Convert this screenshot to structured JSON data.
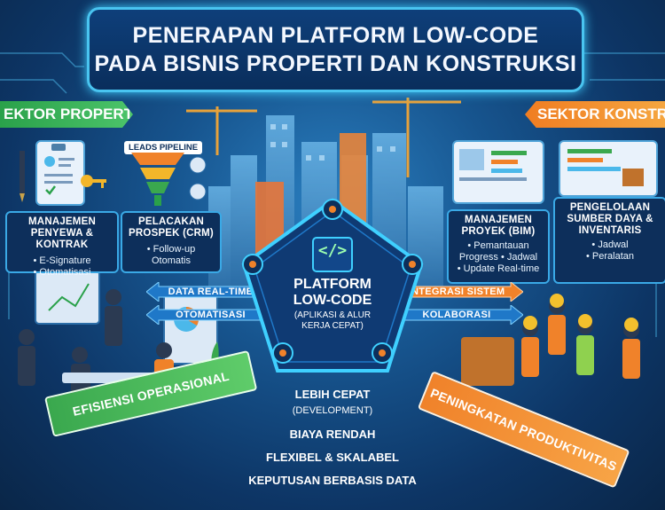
{
  "title": {
    "line1": "PENERAPAN PLATFORM LOW-CODE",
    "line2": "PADA BISNIS PROPERTI DAN KONSTRUKSI"
  },
  "sectors": {
    "left": "EKTOR PROPERTI",
    "right": "SEKTOR KONSTRU"
  },
  "left_features": [
    {
      "title": "MANAJEMEN\nPENYEWA & KONTRAK",
      "items": [
        "• E-Signature",
        "• Otomatisasi"
      ]
    },
    {
      "title": "PELACAKAN\nPROSPEK (CRM)",
      "items": [
        "• Follow-up",
        "Otomatis"
      ]
    }
  ],
  "right_features": [
    {
      "title": "MANAJEMEN\nPROYEK (BIM)",
      "items": [
        "• Pemantauan",
        "Progress • Jadwal",
        "• Update Real-time"
      ]
    },
    {
      "title": "PENGELOLAAN\nSUMBER DAYA &\nINVENTARIS",
      "items": [
        "• Jadwal",
        "• Peralatan"
      ]
    }
  ],
  "leads_label": "LEADS PIPELINE",
  "center": {
    "title1": "PLATFORM",
    "title2": "LOW-CODE",
    "sub1": "(APLIKASI & ALUR",
    "sub2": "KERJA CEPAT)",
    "code_icon": "</>"
  },
  "arrows": {
    "left_top": "DATA REAL-TIME",
    "left_bottom": "OTOMATISASI",
    "right_top": "INTEGRASI SISTEM",
    "right_bottom": "KOLABORASI"
  },
  "benefits": [
    "LEBIH CEPAT",
    "(DEVELOPMENT)",
    "BIAYA RENDAH",
    "FLEXIBEL & SKALABEL",
    "KEPUTUSAN BERBASIS DATA"
  ],
  "ribbons": {
    "left": "EFISIENSI OPERASIONAL",
    "right": "PENINGKATAN PRODUKTIVITAS"
  },
  "colors": {
    "green": "#3aa84e",
    "orange": "#f0822a",
    "navy": "#0d2f5b",
    "cyan": "#3fd0ff"
  }
}
